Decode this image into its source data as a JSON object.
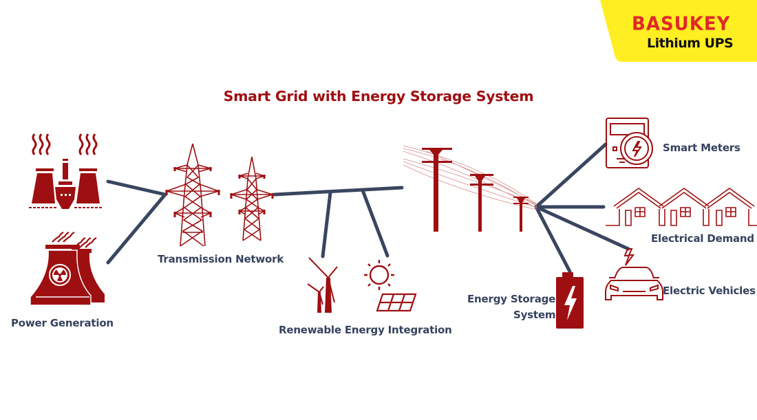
{
  "brand": {
    "name": "BASUKEY",
    "tagline": "Lithium UPS",
    "colors": {
      "badge": "#ffee22",
      "name": "#e02a2a",
      "tagline": "#111111"
    }
  },
  "diagram": {
    "title": "Smart Grid with Energy Storage System",
    "colors": {
      "icon": "#9e0f12",
      "connector": "#3a4660",
      "label": "#36425e"
    },
    "nodes": [
      {
        "id": "power-generation",
        "label": "Power Generation",
        "icons": [
          "power-plant-icon",
          "nuclear-cooling-tower-icon"
        ]
      },
      {
        "id": "transmission-network",
        "label": "Transmission Network",
        "icons": [
          "transmission-tower-icon"
        ]
      },
      {
        "id": "renewable-energy-integration",
        "label": "Renewable Energy Integration",
        "icons": [
          "wind-turbine-icon",
          "sun-icon",
          "solar-panel-icon"
        ]
      },
      {
        "id": "distribution-lines",
        "label": "",
        "icons": [
          "utility-pole-icon"
        ]
      },
      {
        "id": "energy-storage-system",
        "label_line1": "Energy Storage",
        "label_line2": "System",
        "icons": [
          "battery-icon"
        ]
      },
      {
        "id": "smart-meters",
        "label": "Smart Meters",
        "icons": [
          "smart-meter-icon"
        ]
      },
      {
        "id": "electrical-demand",
        "label": "Electrical Demand",
        "icons": [
          "houses-icon"
        ]
      },
      {
        "id": "electric-vehicles",
        "label": "Electric Vehicles",
        "icons": [
          "electric-car-icon"
        ]
      }
    ],
    "edges": [
      {
        "from": "power-generation",
        "to": "transmission-network"
      },
      {
        "from": "transmission-network",
        "to": "distribution-lines"
      },
      {
        "from": "transmission-network",
        "to": "renewable-energy-integration"
      },
      {
        "from": "distribution-lines",
        "to": "smart-meters"
      },
      {
        "from": "distribution-lines",
        "to": "electrical-demand"
      },
      {
        "from": "distribution-lines",
        "to": "electric-vehicles"
      },
      {
        "from": "distribution-lines",
        "to": "energy-storage-system"
      }
    ]
  }
}
